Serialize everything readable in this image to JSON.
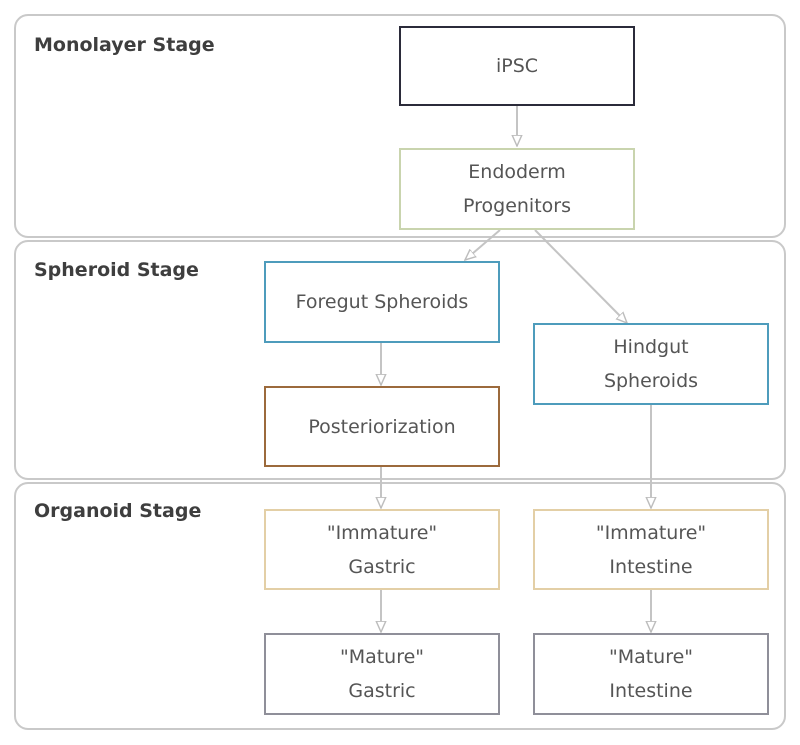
{
  "stages": {
    "monolayer": "Monolayer Stage",
    "spheroid": "Spheroid Stage",
    "organoid": "Organoid Stage"
  },
  "nodes": {
    "ipsc": {
      "lines": [
        "iPSC"
      ],
      "color": "#2b2b3a"
    },
    "endoderm": {
      "lines": [
        "Endoderm",
        "Progenitors"
      ],
      "color": "#c9d4ae"
    },
    "foregut": {
      "lines": [
        "Foregut Spheroids"
      ],
      "color": "#4e9cbc"
    },
    "hindgut": {
      "lines": [
        "Hindgut",
        "Spheroids"
      ],
      "color": "#4e9cbc"
    },
    "posteriorization": {
      "lines": [
        "Posteriorization"
      ],
      "color": "#9c6a3c"
    },
    "immature_gastric": {
      "lines": [
        "\"Immature\"",
        "Gastric"
      ],
      "color": "#e3cfa6"
    },
    "immature_intestine": {
      "lines": [
        "\"Immature\"",
        "Intestine"
      ],
      "color": "#e3cfa6"
    },
    "mature_gastric": {
      "lines": [
        "\"Mature\"",
        "Gastric"
      ],
      "color": "#8f8f99"
    },
    "mature_intestine": {
      "lines": [
        "\"Mature\"",
        "Intestine"
      ],
      "color": "#8f8f99"
    }
  },
  "colors": {
    "stage_border": "#c9c9c9",
    "arrow": "#bdbdbd"
  }
}
